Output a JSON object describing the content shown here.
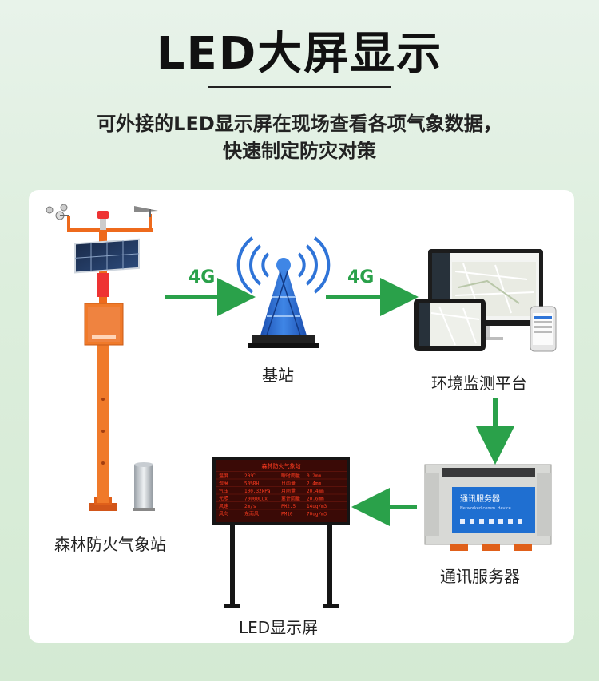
{
  "header": {
    "title": "LED大屏显示",
    "subtitle_line1": "可外接的LED显示屏在现场查看各项气象数据，",
    "subtitle_line2": "快速制定防灾对策"
  },
  "nodes": {
    "station": "森林防火气象站",
    "tower": "基站",
    "platform": "环境监测平台",
    "server": "通讯服务器",
    "led": "LED显示屏"
  },
  "links": {
    "link1": "4G",
    "link2": "4G"
  },
  "colors": {
    "arrow": "#2aa14a",
    "pole": "#ee6a1c",
    "screen_text": "#ff3b1f",
    "server_panel": "#1f6fd1"
  },
  "led_screen": {
    "header": "森林防火气象站",
    "rows": [
      [
        "温度",
        "20℃",
        "瞬时雨量",
        "0.2mm"
      ],
      [
        "湿度",
        "50%RH",
        "日雨量",
        "2.4mm"
      ],
      [
        "气压",
        "100.32kPa",
        "月雨量",
        "20.4mm"
      ],
      [
        "光照",
        "70000Lux",
        "累计雨量",
        "20.6mm"
      ],
      [
        "风速",
        "2m/s",
        "PM2.5",
        "14ug/m3"
      ],
      [
        "风向",
        "东南风",
        "PM10",
        "70ug/m3"
      ]
    ]
  },
  "server_device": {
    "name": "通讯服务器",
    "subname": "Networked comm. device"
  }
}
